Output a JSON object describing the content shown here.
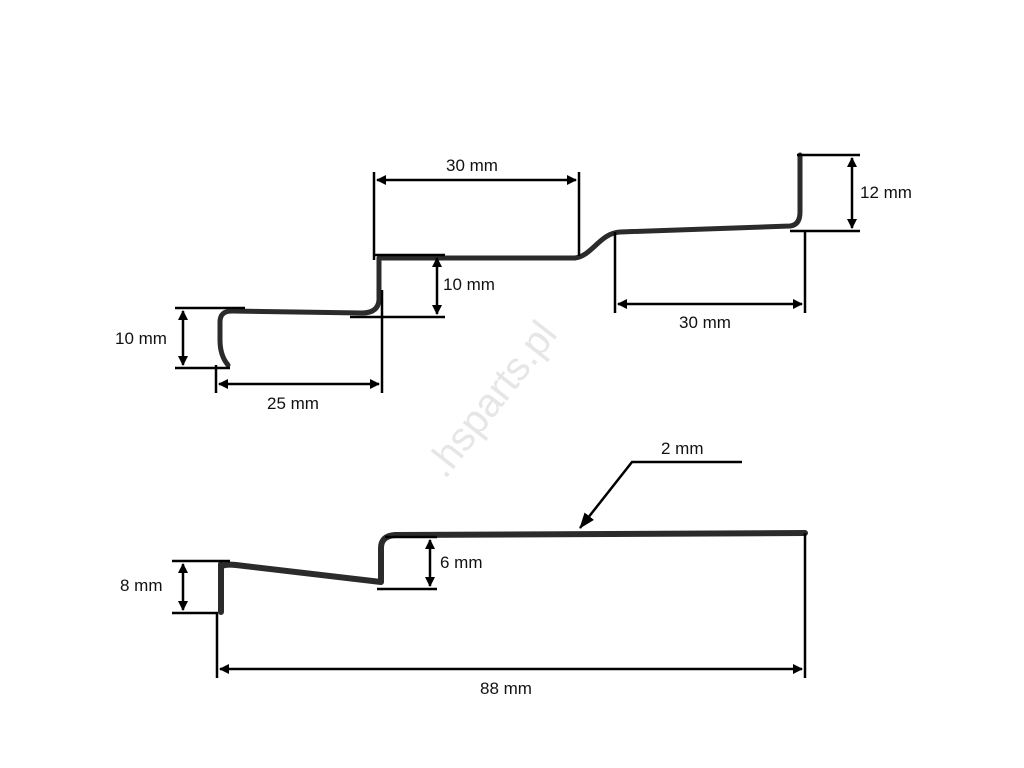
{
  "watermark": ".hsparts.pl",
  "top_view": {
    "dims": {
      "left_height": "10 mm",
      "left_length": "25 mm",
      "step_height": "10 mm",
      "middle_length": "30 mm",
      "right_length": "30 mm",
      "right_height": "12 mm"
    }
  },
  "side_view": {
    "dims": {
      "left_height": "8 mm",
      "step_height": "6 mm",
      "total_length": "88 mm",
      "wire_diameter": "2 mm"
    }
  },
  "colors": {
    "wire": "#2b2b2b",
    "dimension": "#000000",
    "watermark": "#e6e6e6"
  }
}
